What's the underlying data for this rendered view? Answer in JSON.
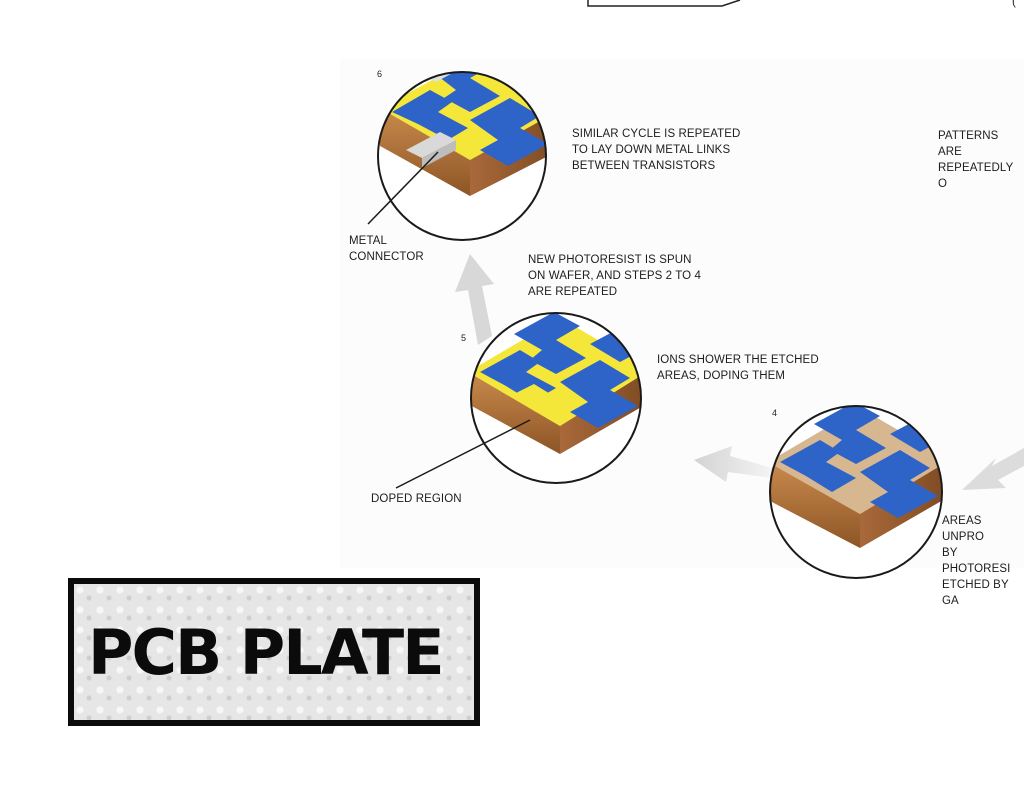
{
  "steps": [
    {
      "number": "6",
      "caption": "SIMILAR CYCLE IS REPEATED\nTO LAY DOWN METAL LINKS\nBETWEEN TRANSISTORS",
      "callout": "METAL\nCONNECTOR"
    },
    {
      "number": "5",
      "caption": "IONS SHOWER THE ETCHED\nAREAS, DOPING THEM",
      "callout": "DOPED REGION"
    },
    {
      "number": "4",
      "caption": "AREAS UNPRO\nBY PHOTORESI\nETCHED BY GA"
    }
  ],
  "between_note": "NEW PHOTORESIST IS SPUN\nON WAFER, AND STEPS 2 TO 4\nARE REPEATED",
  "partial_note": "PATTERNS ARE\nREPEATEDLY O",
  "partial_top_glyph": "(",
  "title": "PCB PLATE",
  "colors": {
    "blue": "#2e63c8",
    "yellow": "#f6e83c",
    "copper": "#b9793f",
    "tan": "#d6b790",
    "arrow": "#d9d9d9"
  }
}
